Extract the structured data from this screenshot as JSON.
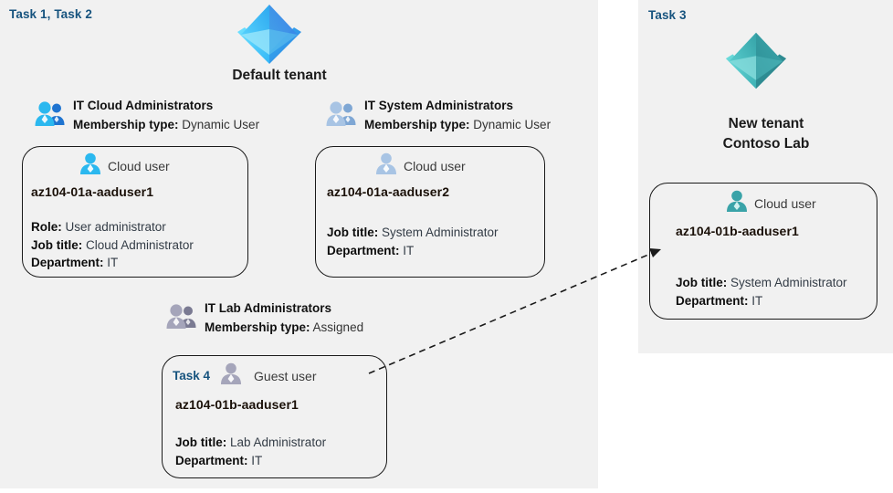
{
  "panels": {
    "default": {
      "task_label": "Task 1, Task 2",
      "tenant_name": "Default tenant"
    },
    "new": {
      "task_label": "Task 3",
      "tenant_name_line1": "New  tenant",
      "tenant_name_line2": "Contoso Lab"
    }
  },
  "groups": [
    {
      "id": "cloud",
      "title": "IT Cloud Administrators",
      "membership_label": "Membership type:",
      "membership_value": "Dynamic User",
      "icon": "group-users-icon"
    },
    {
      "id": "system",
      "title": "IT System Administrators",
      "membership_label": "Membership type:",
      "membership_value": "Dynamic User",
      "icon": "group-users-icon"
    },
    {
      "id": "lab",
      "title": "IT Lab Administrators",
      "membership_label": "Membership type:",
      "membership_value": "Assigned",
      "icon": "group-users-icon"
    }
  ],
  "cards": [
    {
      "id": "card1",
      "task": null,
      "user_type": "Cloud user",
      "user_name": "az104-01a-aaduser1",
      "icon": "person-icon",
      "attrs": [
        {
          "label": "Role:",
          "value": "User administrator"
        },
        {
          "label": "Job title:",
          "value": "Cloud Administrator"
        },
        {
          "label": "Department:",
          "value": "IT"
        }
      ]
    },
    {
      "id": "card2",
      "task": null,
      "user_type": "Cloud user",
      "user_name": "az104-01a-aaduser2",
      "icon": "person-icon",
      "attrs": [
        {
          "label": "Job title:",
          "value": "System Administrator"
        },
        {
          "label": "Department:",
          "value": "IT"
        }
      ]
    },
    {
      "id": "card3",
      "task": null,
      "user_type": "Cloud user",
      "user_name": "az104-01b-aaduser1",
      "icon": "person-icon",
      "attrs": [
        {
          "label": "Job title:",
          "value": "System Administrator"
        },
        {
          "label": "Department:",
          "value": "IT"
        }
      ]
    },
    {
      "id": "card4",
      "task": "Task 4",
      "user_type": "Guest user",
      "user_name": "az104-01b-aaduser1",
      "icon": "person-icon",
      "attrs": [
        {
          "label": "Job title:",
          "value": "Lab Administrator"
        },
        {
          "label": "Department:",
          "value": "IT"
        }
      ]
    }
  ],
  "connector": {
    "name": "guest-user-to-new-tenant-arrow",
    "style": "dashed"
  },
  "colors": {
    "panel_bg": "#f1f1f1",
    "task_blue": "#16537e",
    "text_dark": "#111111",
    "text_body": "#333c46",
    "azure_blue": "#32b4f5",
    "teal": "#3aa8a8",
    "grey_user": "#9a9aac"
  }
}
